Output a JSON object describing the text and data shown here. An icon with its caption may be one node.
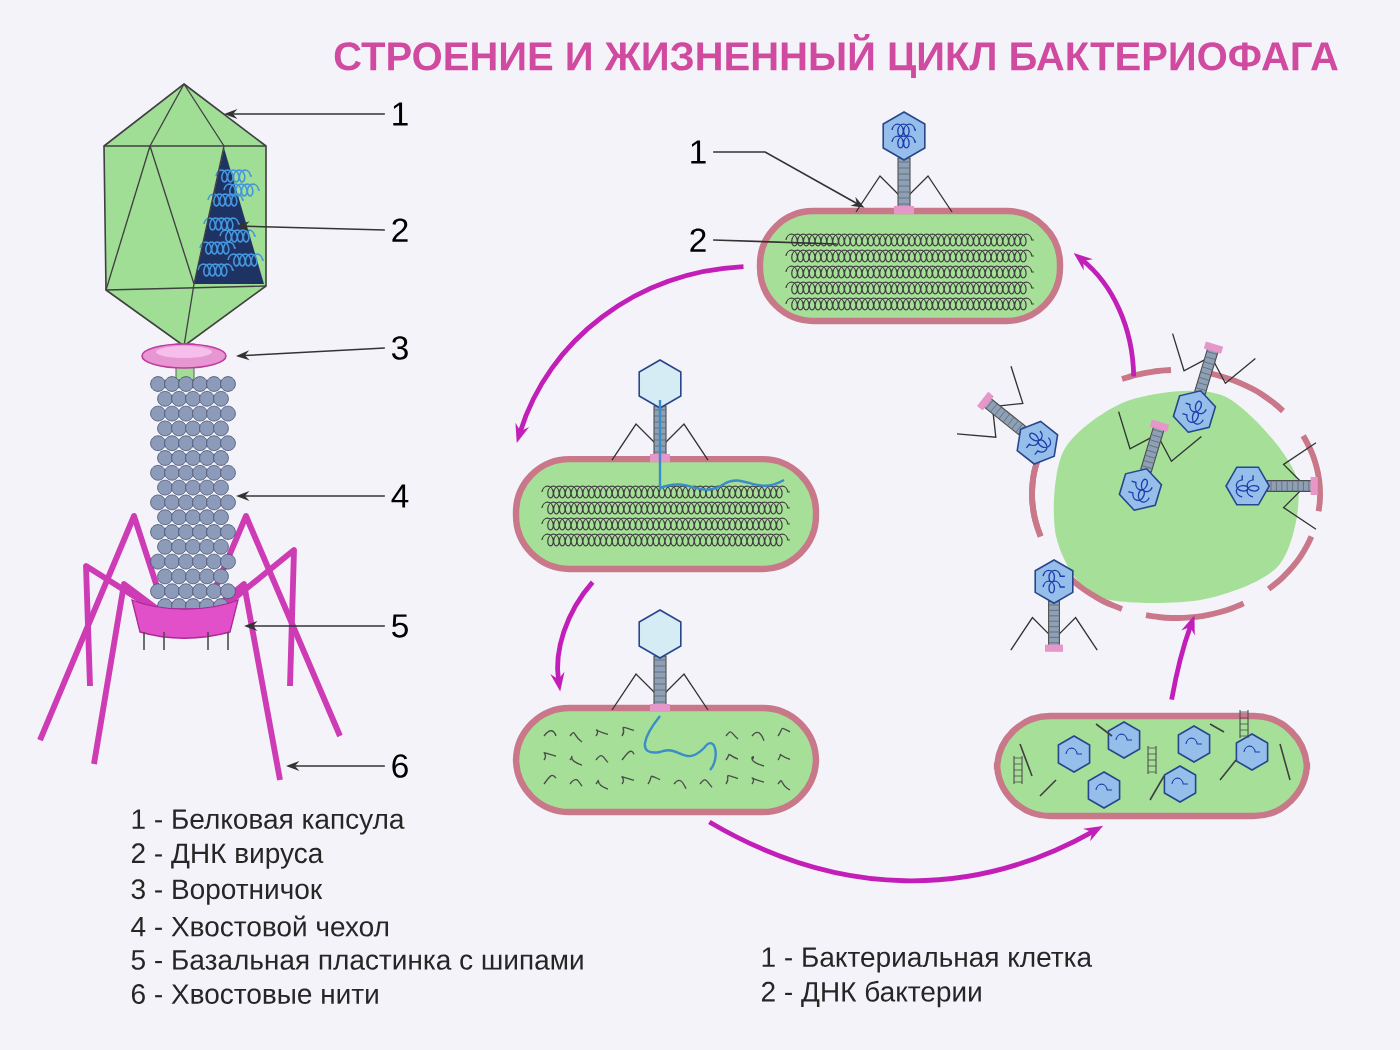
{
  "diagram": {
    "title": "СТРОЕНИЕ И ЖИЗНЕННЫЙ ЦИКЛ БАКТЕРИОФАГА",
    "nodes": [
      {
        "text": [
          "1"
        ]
      },
      {
        "text": [
          "2"
        ]
      },
      {
        "text": [
          "3"
        ]
      },
      {
        "text": [
          "4"
        ]
      },
      {
        "text": [
          "5"
        ]
      },
      {
        "text": [
          "6"
        ]
      },
      {
        "text": [
          "1"
        ]
      },
      {
        "text": [
          "2"
        ]
      },
      {
        "text": [],
        "shape": "picture"
      },
      {
        "text": [],
        "shape": "picture"
      },
      {
        "text": [],
        "shape": "picture"
      },
      {
        "text": [],
        "shape": "picture"
      },
      {
        "text": [],
        "shape": "picture"
      }
    ],
    "edges": [
      {
        "from": 0,
        "to": null,
        "arrow": "to"
      },
      {
        "from": 1,
        "to": null,
        "arrow": "to"
      },
      {
        "from": 2,
        "to": null,
        "arrow": "to"
      },
      {
        "from": 3,
        "to": null,
        "arrow": "to"
      },
      {
        "from": 4,
        "to": null,
        "arrow": "to"
      },
      {
        "from": 5,
        "to": null,
        "arrow": "to"
      },
      {
        "from": 6,
        "to": 8,
        "arrow": "to"
      },
      {
        "from": 7,
        "to": 8,
        "arrow": "none"
      },
      {
        "from": 8,
        "to": 9,
        "arrow": "to",
        "style": "thick",
        "color": "#c21fb8"
      },
      {
        "from": 9,
        "to": 10,
        "arrow": "to",
        "style": "thick",
        "color": "#c21fb8"
      },
      {
        "from": 10,
        "to": 11,
        "arrow": "to",
        "style": "thick",
        "color": "#c21fb8"
      },
      {
        "from": 11,
        "to": 12,
        "arrow": "to",
        "style": "thick",
        "color": "#c21fb8"
      },
      {
        "from": 12,
        "to": 8,
        "arrow": "to",
        "style": "thick",
        "color": "#c21fb8"
      }
    ],
    "labels": [
      "1 - Белковая капсула",
      "2 - ДНК вируса",
      "3 - Воротничок",
      "4 - Хвостовой чехол",
      "5 - Базальная пластинка с шипами",
      "6 - Хвостовые нити",
      "1 -  Бактериальная клетка",
      "2 - ДНК бактерии"
    ]
  }
}
